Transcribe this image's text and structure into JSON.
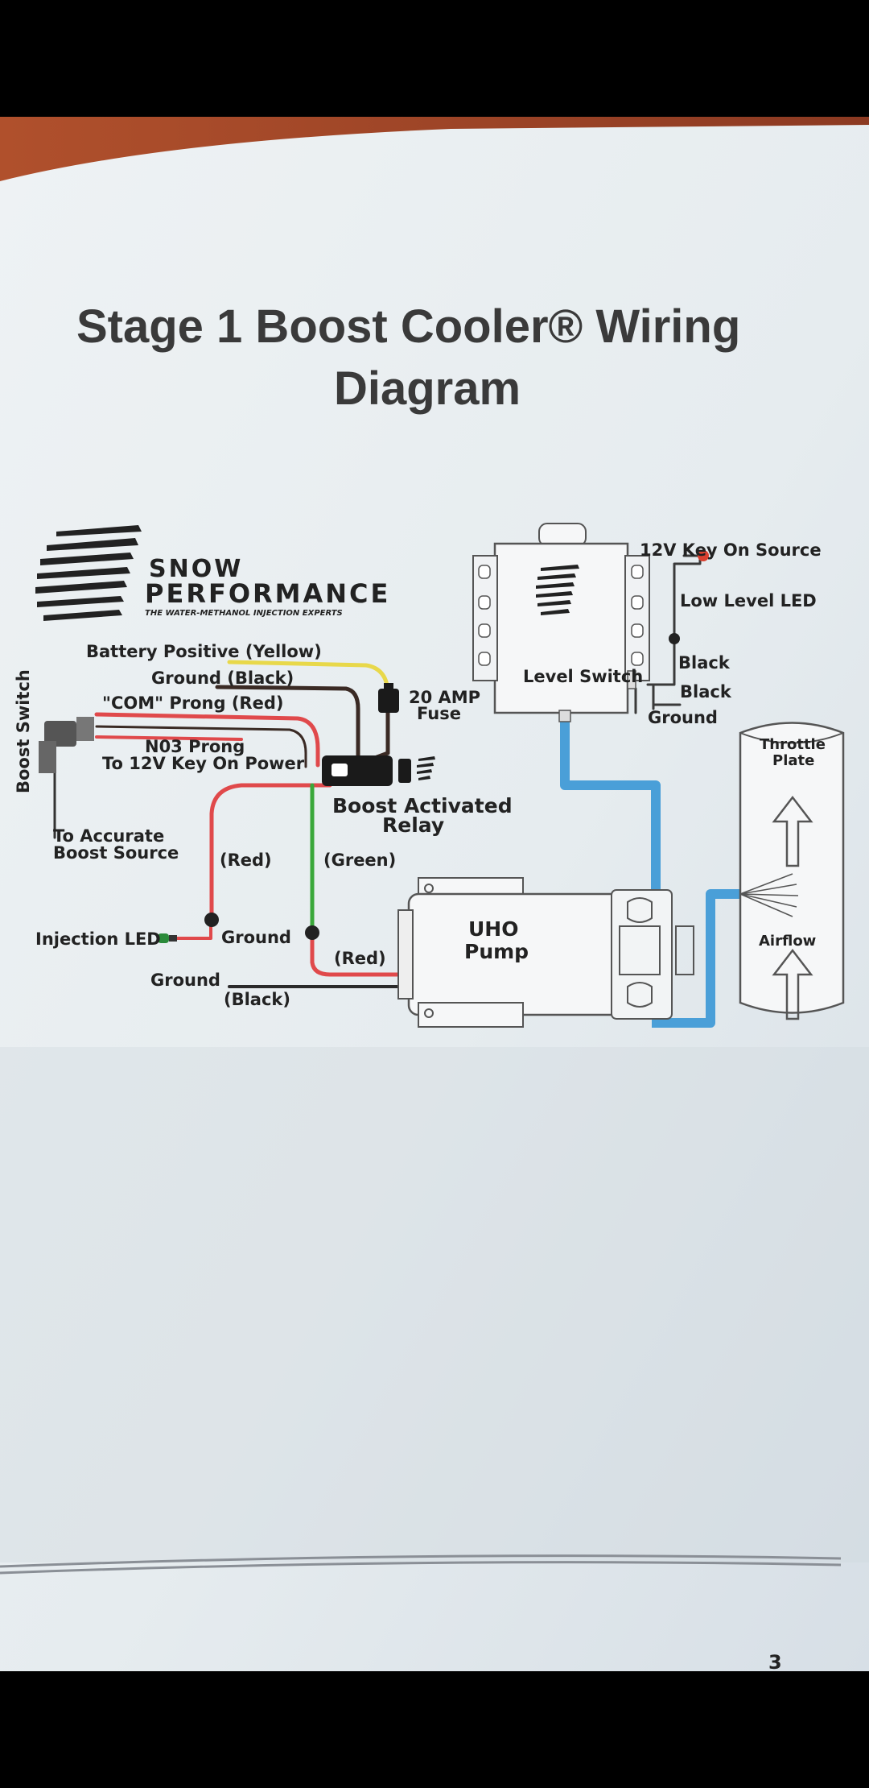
{
  "diagram": {
    "title_line1": "Stage 1 Boost Cooler® Wiring",
    "title_line2": "Diagram",
    "brand": {
      "name_line1": "SNOW",
      "name_line2": "PERFORMANCE",
      "tagline": "THE WATER-METHANOL INJECTION EXPERTS"
    },
    "labels": {
      "battery_positive": "Battery Positive (Yellow)",
      "ground_black_top": "Ground (Black)",
      "com_prong": "\"COM\" Prong (Red)",
      "n03_prong_1": "N03 Prong",
      "n03_prong_2": "To 12V Key On Power",
      "fuse_1": "20 AMP",
      "fuse_2": "Fuse",
      "relay_1": "Boost Activated",
      "relay_2": "Relay",
      "boost_switch": "Boost Switch",
      "accurate_1": "To Accurate",
      "accurate_2": "Boost Source",
      "red_1": "(Red)",
      "green": "(Green)",
      "red_2": "(Red)",
      "injection_led": "Injection LED",
      "ground_led": "Ground",
      "ground_pump": "Ground",
      "black_pump": "(Black)",
      "pump_1": "UHO",
      "pump_2": "Pump",
      "key_on_source": "12V Key On Source",
      "low_level_led": "Low Level LED",
      "level_switch": "Level Switch",
      "black_1": "Black",
      "black_2": "Black",
      "ground_tank": "Ground",
      "throttle_1": "Throttle",
      "throttle_2": "Plate",
      "airflow": "Airflow"
    },
    "page_number": "3"
  },
  "colors": {
    "wire_yellow": "#e8d84a",
    "wire_black": "#3a2a24",
    "wire_red": "#e0494b",
    "wire_green": "#3aa83a",
    "hose_blue": "#4a9fd8",
    "paper": "#e9eef1",
    "desk": "#a8482a"
  }
}
